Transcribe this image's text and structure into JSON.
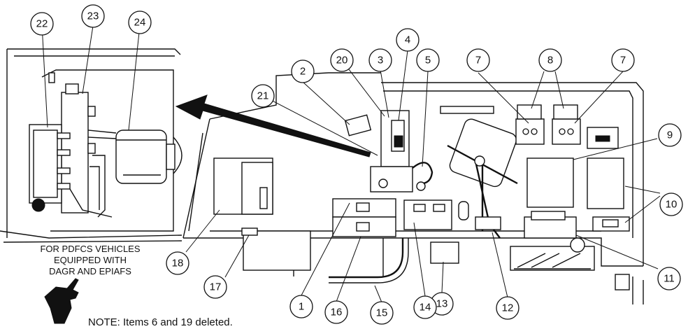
{
  "figure": {
    "callouts": [
      "1",
      "2",
      "3",
      "4",
      "5",
      "7",
      "8",
      "7",
      "9",
      "10",
      "11",
      "12",
      "13",
      "14",
      "15",
      "16",
      "17",
      "18",
      "20",
      "21",
      "22",
      "23",
      "24"
    ],
    "inset_caption": [
      "FOR PDFCS VEHICLES",
      "EQUIPPED WITH",
      "DAGR AND EPIAFS"
    ],
    "note_label": "NOTE:",
    "note_text": "Items 6 and 19 deleted.",
    "note_icon": "pointing-hand-icon"
  }
}
